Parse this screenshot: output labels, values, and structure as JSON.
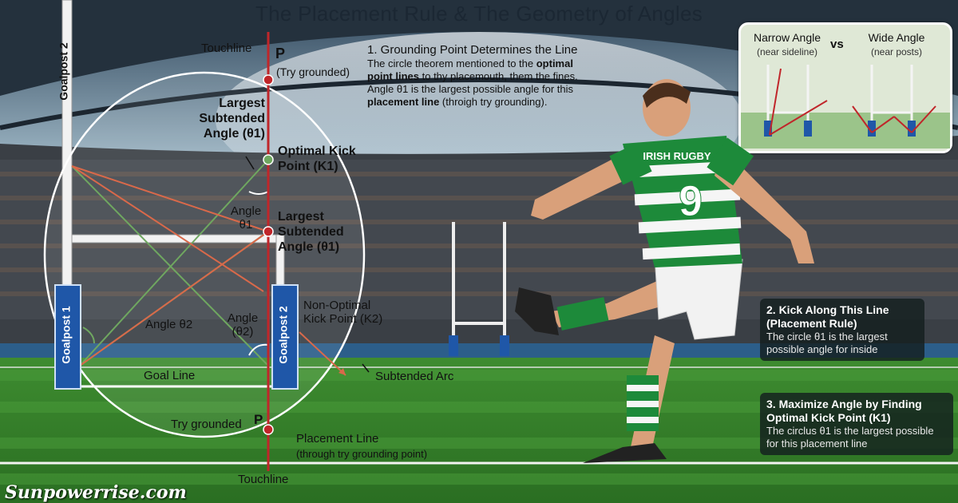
{
  "title": "The Placement Rule & The Geometry of Angles",
  "diagram": {
    "touchline_top": "Touchline",
    "touchline_bottom": "Touchline",
    "point_p_top": "P",
    "try_grounded_top": "(Try grounded)",
    "point_p_bottom": "P",
    "try_grounded_bottom": "Try grounded",
    "largest_angle_1": "Largest Subtended Angle (θ1)",
    "optimal_kick": "Optimal Kick Point (K1)",
    "angle_theta1": "Angle θ1",
    "largest_angle_2": "Largest Subtended Angle (θ1)",
    "angle_theta2_left": "Angle θ2",
    "angle_theta2_right": "Angle (θ2)",
    "non_optimal_kick": "Non-Optimal Kick Point (K2)",
    "goal_line": "Goal Line",
    "subtended_arc": "Subtended Arc",
    "placement_line": "Placement Line",
    "placement_line_sub": "(through try grounding point)",
    "goalpost_1": "Goalpost 1",
    "goalpost_2_left": "Goalpost 2",
    "goalpost_2_right": "Goalpost 2"
  },
  "step1": {
    "heading": "1. Grounding Point Determines the Line",
    "line1_a": "The circle theorem mentioned to the ",
    "line1_b": "optimal",
    "line2_a": "point lines",
    "line2_b": " to thy placemouth, them the fines.",
    "line3_a": "Angle θ1 is the largest possible angle for this",
    "line4_a": "placement line",
    "line4_b": " (throigh try grounding)."
  },
  "inset": {
    "narrow": "Narrow Angle",
    "narrow_sub": "(near sideline)",
    "vs": "vs",
    "wide": "Wide Angle",
    "wide_sub": "(near posts)"
  },
  "step2": {
    "heading": "2. Kick Along This Line (Placement Rule)",
    "text": "The circle θ1 is the largest possible angle for inside"
  },
  "step3": {
    "heading": "3. Maximize Angle by Finding Optimal Kick Point (K1)",
    "text": "The circlus θ1 is the largest possible for this placement line"
  },
  "player": {
    "shirt_text": "IRISH RUGBY",
    "number": "9"
  },
  "watermark": "Sunpowerrise.com",
  "colors": {
    "placement_line": "#c0262a",
    "green_line": "#6fa760",
    "orange_line": "#d9694a",
    "post_blue": "#1f57a8",
    "jersey_green": "#1d8a3a"
  }
}
